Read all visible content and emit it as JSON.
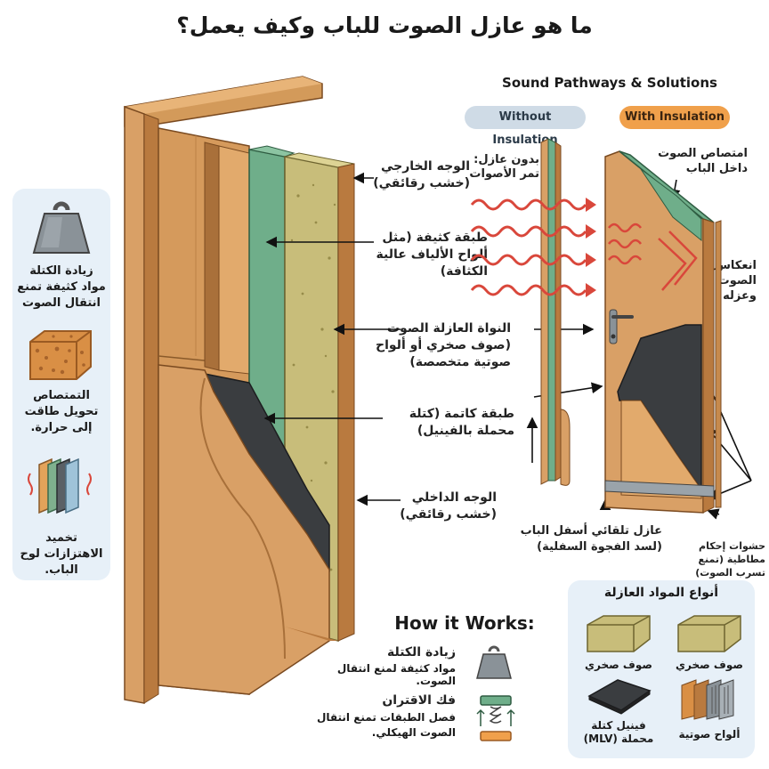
{
  "title": "ما هو عازل الصوت للباب وكيف يعمل؟",
  "pathways": {
    "title": "Sound Pathways & Solutions",
    "without_label": "Without Insulation",
    "with_label": "With Insulation",
    "no_insulation_note": "بدون عازل: تمر الأصوات",
    "absorption_label": "امتصاص الصوت داخل الباب",
    "reflection_label": "انعكاس الصوت وعزله",
    "sweep_label": "عازل تلقائي أسفل الباب (لسد الفجوة السفلية)",
    "seals_label": "حشوات إحكام مطاطية (تمنع تسرب الصوت)"
  },
  "layers": {
    "outer_face": "الوجه الخارجي (خشب رقائقي)",
    "dense_layer": "طبقة كثيفة (مثل ألواح الألياف عالية الكثافة)",
    "core": "النواة العازلة الصوت (صوف صخري أو ألواح صوتية متخصصة)",
    "damping_layer": "طبقة كاتمة (كتلة محملة بالفينيل)",
    "inner_face": "الوجه الداخلي (خشب رقائقي)"
  },
  "side_panel": {
    "mass_text": "زيادة الكتلة مواد كثيفة تمنع انتقال الصوت",
    "absorb_text": "التمتصاص تحويل طاقت إلى حرارة.",
    "damp_text": "تخميد الاهتزازات لوح الباب."
  },
  "how_it_works": {
    "title": "How it Works:",
    "mass_title": "زيادة الكتلة",
    "mass_desc": "مواد كثيفة لمنع انتقال الصوت.",
    "decouple_title": "فك الاقتران",
    "decouple_desc": "فصل الطبقات تمنع انتقال الصوت الهيكلي."
  },
  "materials": {
    "title": "أنواع المواد العازلة",
    "items": [
      {
        "label": "صوف صخري"
      },
      {
        "label": "صوف صخري"
      },
      {
        "label": "فينيل كتلة محملة (MLV)"
      },
      {
        "label": "ألواح صوتية"
      }
    ]
  },
  "colors": {
    "wood": "#d9a066",
    "wood_dark": "#b97a3f",
    "green_layer": "#6fae8a",
    "core": "#c8bd7a",
    "vinyl": "#3a3d40",
    "arrow_red": "#d9473b",
    "panel_blue": "#e7f0f8",
    "without_pill": "#cfdbe6",
    "with_pill": "#f0a04b"
  }
}
